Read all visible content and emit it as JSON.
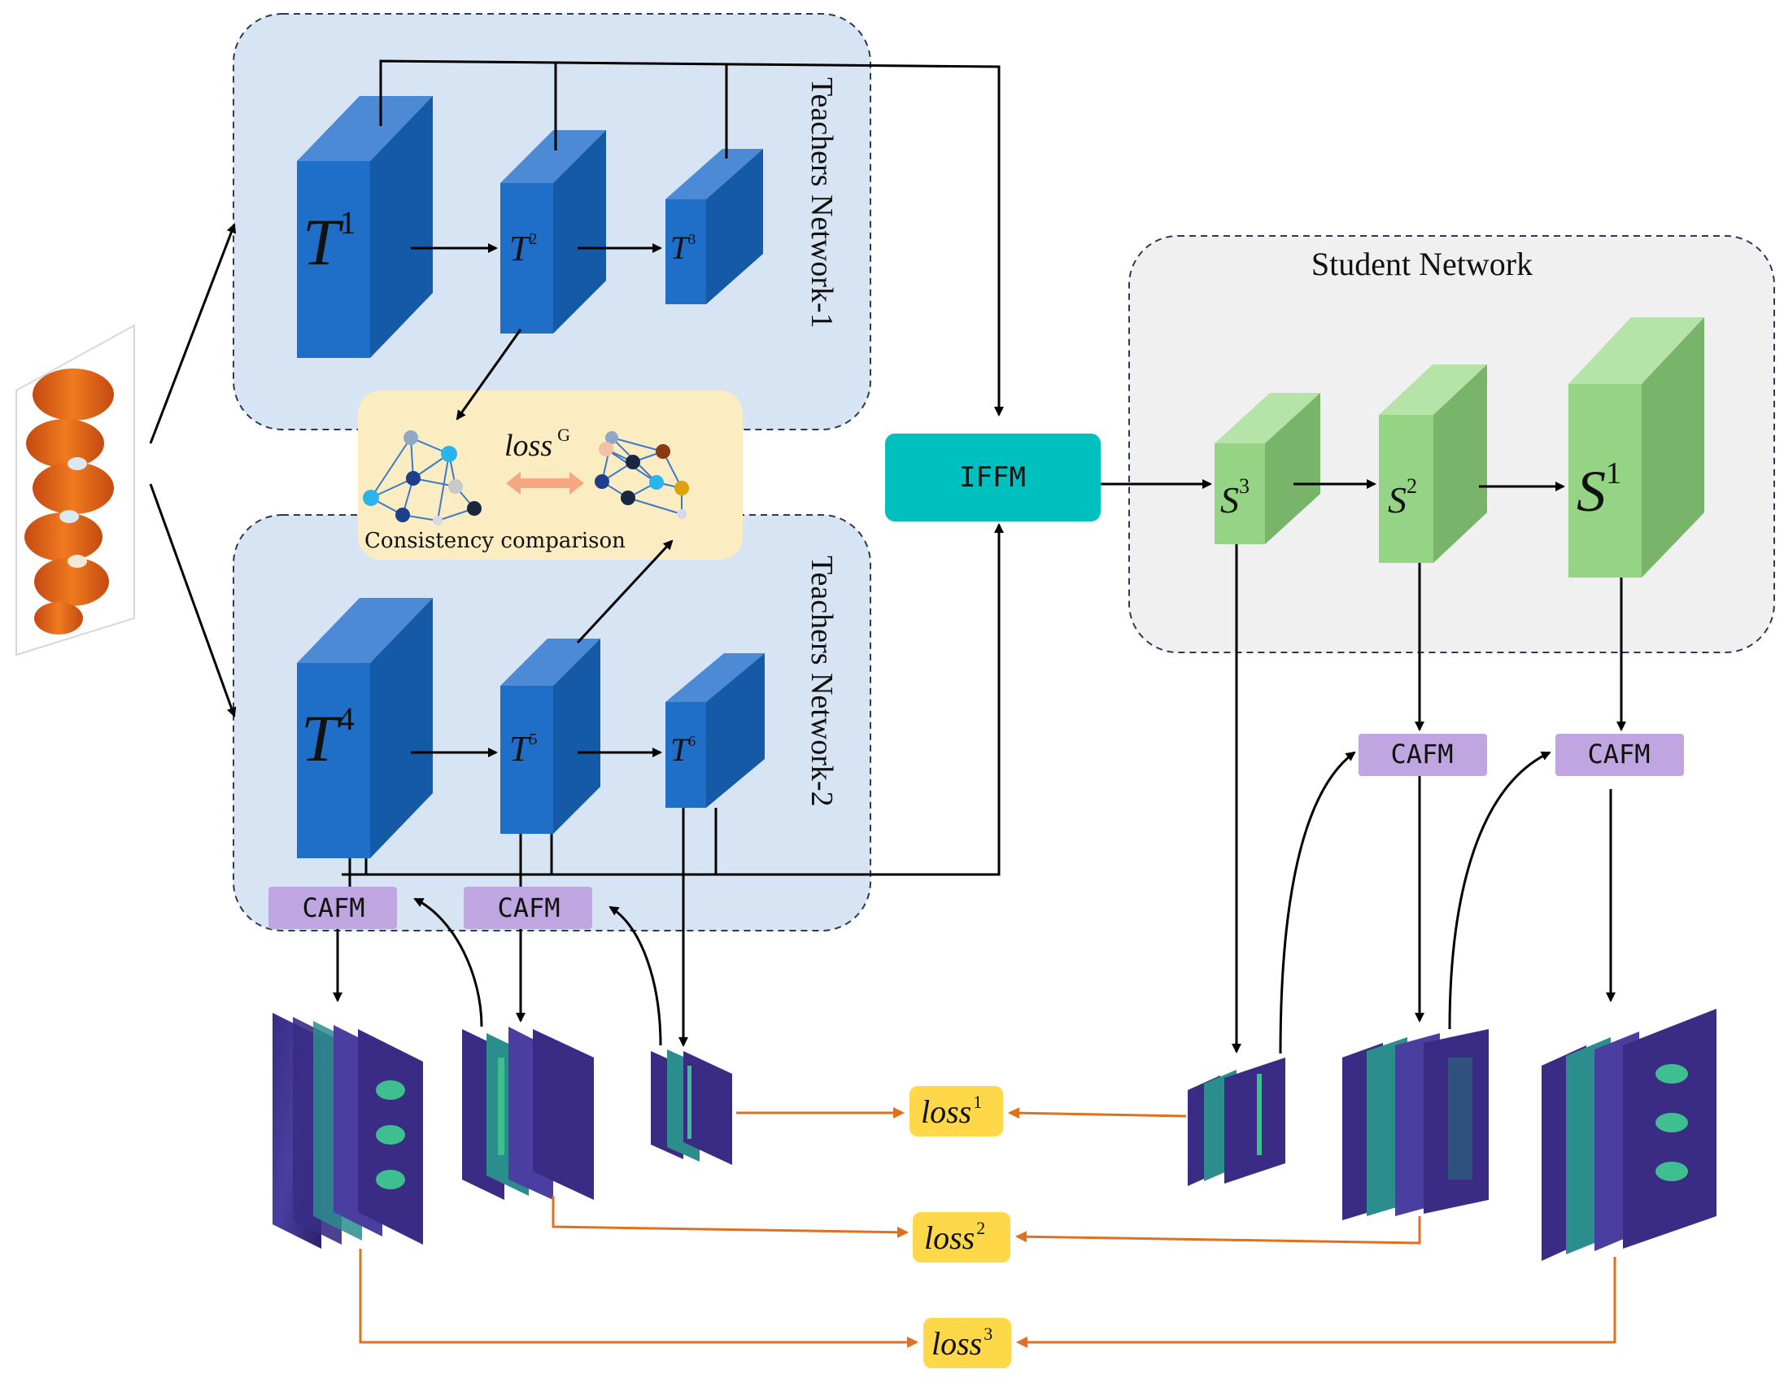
{
  "teachers": {
    "network1_label": "Teachers Network-1",
    "network2_label": "Teachers Network-2",
    "blocks": [
      {
        "main": "T",
        "sup": "1"
      },
      {
        "main": "T",
        "sup": "2"
      },
      {
        "main": "T",
        "sup": "3"
      },
      {
        "main": "T",
        "sup": "4"
      },
      {
        "main": "T",
        "sup": "5"
      },
      {
        "main": "T",
        "sup": "6"
      }
    ]
  },
  "student": {
    "label": "Student Network",
    "blocks": [
      {
        "main": "S",
        "sup": "3"
      },
      {
        "main": "S",
        "sup": "2"
      },
      {
        "main": "S",
        "sup": "1"
      }
    ]
  },
  "modules": {
    "ifm": "IFFM",
    "cafm": "CAFM"
  },
  "consistency": {
    "loss_main": "loss",
    "loss_sup": "G",
    "caption": "Consistency comparison"
  },
  "losses": [
    {
      "main": "loss",
      "sup": "1"
    },
    {
      "main": "loss",
      "sup": "2"
    },
    {
      "main": "loss",
      "sup": "3"
    }
  ],
  "colors": {
    "teacher_front": "#1f6fc9",
    "teacher_side": "#155aa6",
    "teacher_top": "#4d8ad6",
    "student_front": "#95d485",
    "student_side": "#78b56a",
    "student_top": "#b6e3a8",
    "teacher_panel": "#d6e4f3",
    "student_panel": "#f0f0f0",
    "ifm": "#00bfbf",
    "cafm": "#c0a6e0",
    "loss_box": "#ffd84a",
    "consistency_box": "#fcecc2",
    "orange_line": "#e07020",
    "featmap_dark": "#3b2a7a",
    "featmap_teal": "#2c8d8d"
  }
}
